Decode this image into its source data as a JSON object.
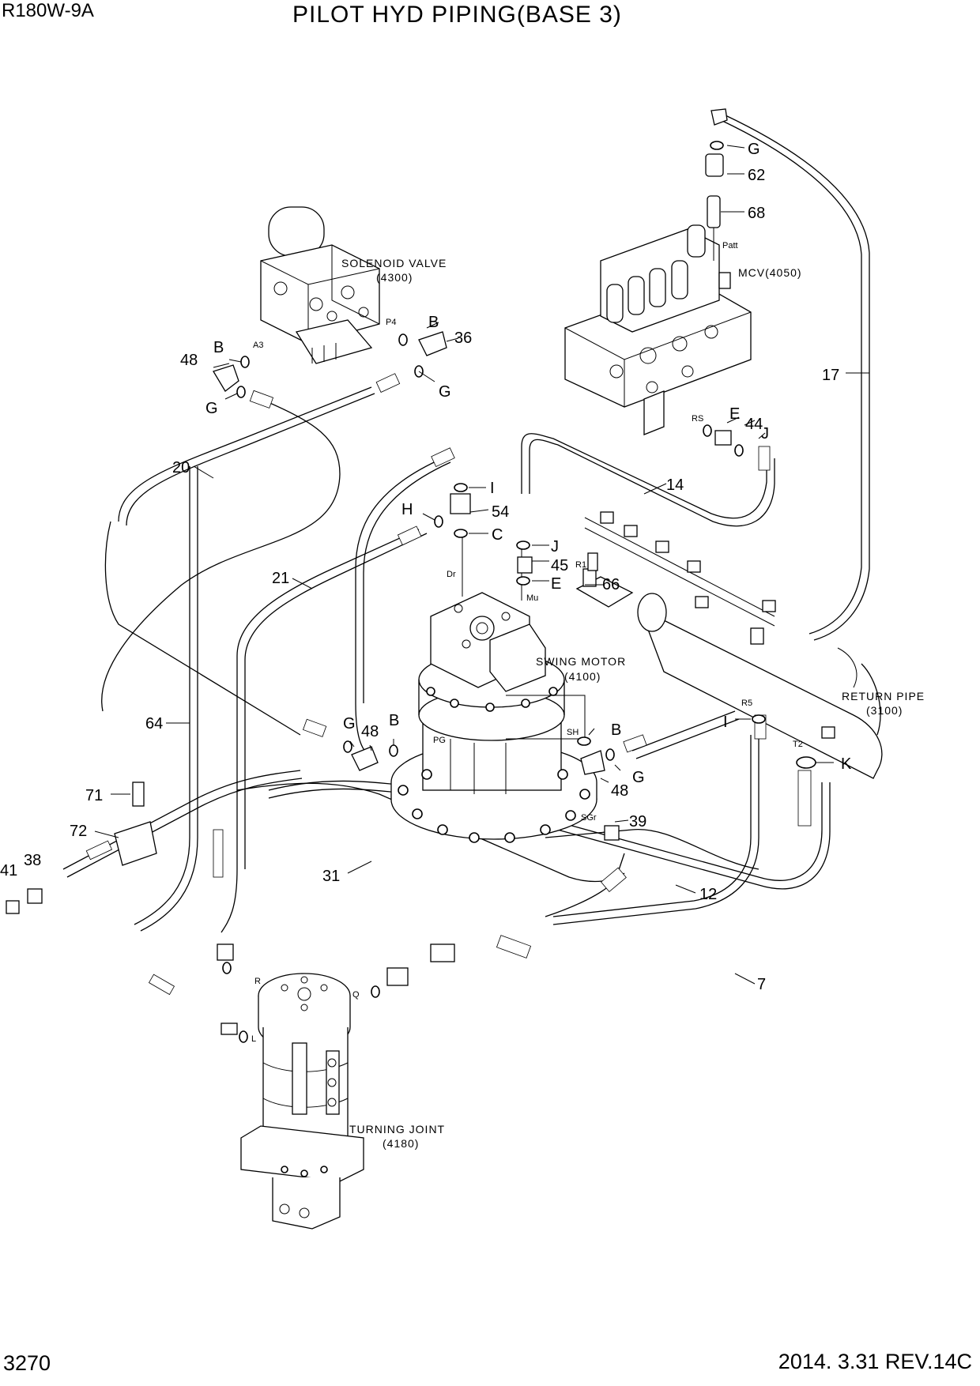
{
  "header": {
    "model": "R180W-9A",
    "title": "PILOT HYD PIPING(BASE 3)"
  },
  "footer": {
    "page": "3270",
    "date_rev": "2014. 3.31  REV.14C"
  },
  "components": {
    "solenoid_valve": {
      "name": "SOLENOID VALVE",
      "code": "(4300)"
    },
    "mcv": {
      "name": "MCV(4050)"
    },
    "swing_motor": {
      "name": "SWING MOTOR",
      "code": "(4100)"
    },
    "return_pipe": {
      "name": "RETURN PIPE",
      "code": "(3100)"
    },
    "turning_joint": {
      "name": "TURNING JOINT",
      "code": "(4180)"
    }
  },
  "callouts": [
    "G",
    "62",
    "68",
    "17",
    "B",
    "36",
    "48",
    "G",
    "B",
    "G",
    "20",
    "E",
    "44",
    "J",
    "14",
    "I",
    "54",
    "H",
    "C",
    "J",
    "45",
    "E",
    "66",
    "21",
    "64",
    "G",
    "48",
    "B",
    "B",
    "I",
    "SH",
    "G",
    "48",
    "K",
    "39",
    "71",
    "72",
    "38",
    "41",
    "31",
    "12",
    "7"
  ],
  "ports": [
    "A3",
    "P4",
    "Patt",
    "RS",
    "Dr",
    "Mu",
    "R1",
    "PG",
    "R5",
    "T2",
    "SGr",
    "R",
    "Q",
    "L"
  ]
}
